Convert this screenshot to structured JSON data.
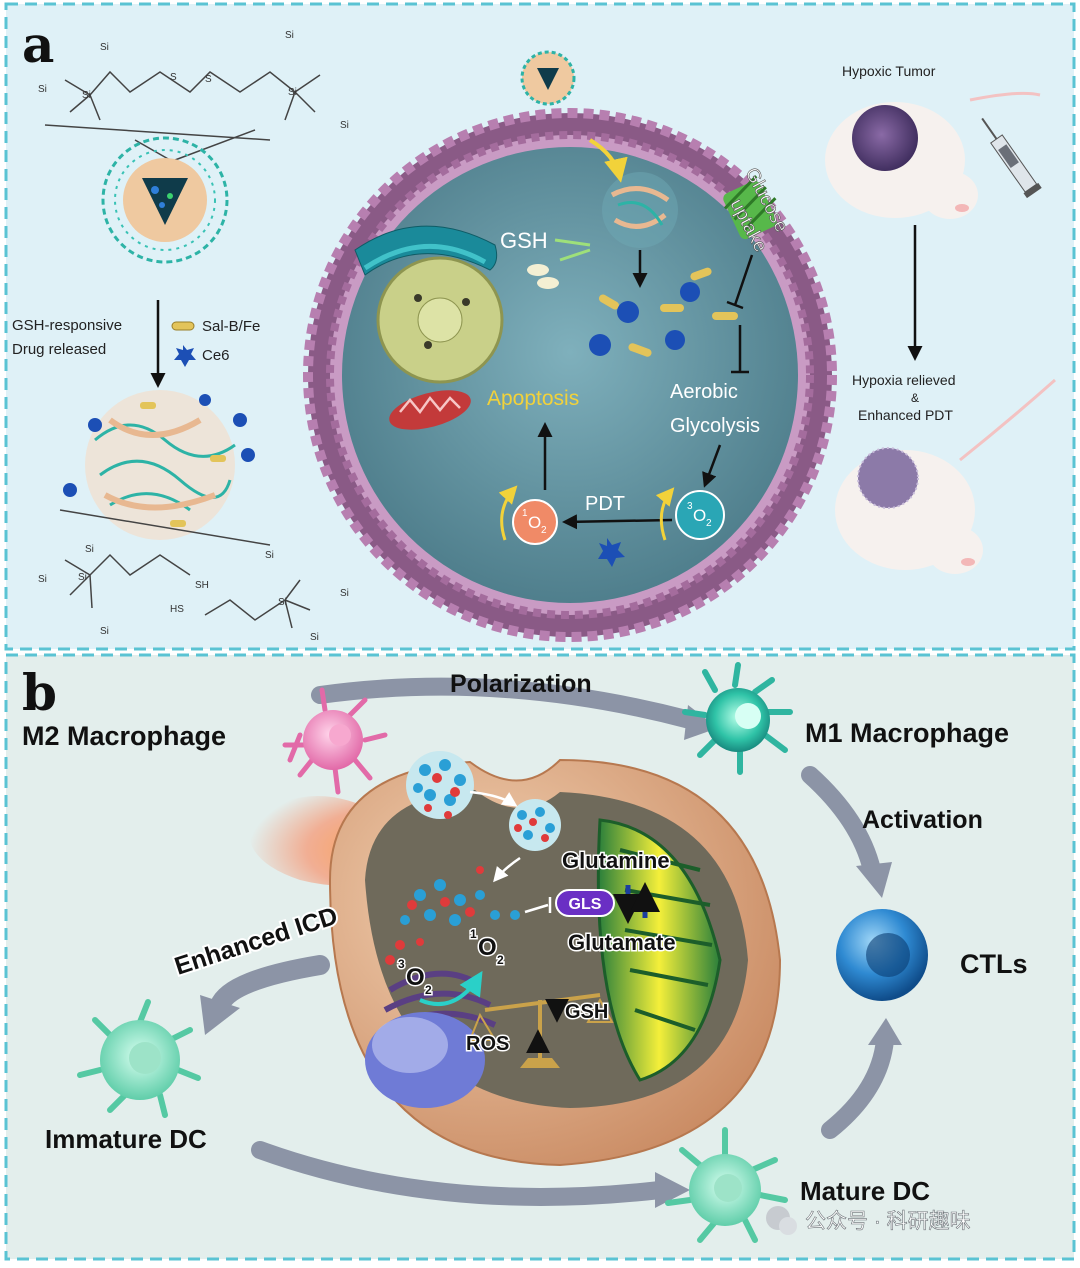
{
  "panel_a": {
    "letter": "a",
    "labels": {
      "gsh_responsive": "GSH-responsive",
      "drug_released": "Drug released",
      "salb_fe": "Sal-B/Fe",
      "ce6": "Ce6",
      "gsh": "GSH",
      "glucose": "Glucose",
      "uptake": "uptake",
      "apoptosis": "Apoptosis",
      "aerobic": "Aerobic",
      "glycolysis": "Glycolysis",
      "pdt": "PDT",
      "singlet_o2_sup": "1",
      "singlet_o2": "O",
      "singlet_o2_sub": "2",
      "triplet_o2_sup": "3",
      "triplet_o2": "O",
      "triplet_o2_sub": "2",
      "hypoxic_tumor": "Hypoxic Tumor",
      "hypoxia_relieved": "Hypoxia relieved",
      "amp": "&",
      "enhanced_pdt": "Enhanced PDT",
      "si": "Si",
      "o": "O",
      "s": "S",
      "sh": "SH",
      "hs": "HS"
    },
    "colors": {
      "background": "#dff1f7",
      "cell_membrane": "#8a5a86",
      "cytoplasm": "#5d8f9c",
      "highlight": "#f2d23a",
      "drug": "#e3c45a",
      "ce6": "#1c4fb5"
    }
  },
  "panel_b": {
    "letter": "b",
    "labels": {
      "polarization": "Polarization",
      "m2_macrophage": "M2 Macrophage",
      "m1_macrophage": "M1 Macrophage",
      "activation": "Activation",
      "glutamine": "Glutamine",
      "gls": "GLS",
      "glutamate": "Glutamate",
      "enhanced_icd": "Enhanced ICD",
      "singlet_o2_sup": "1",
      "singlet_o2": "O",
      "singlet_o2_sub": "2",
      "triplet_o2_sup": "3",
      "triplet_o2": "O",
      "triplet_o2_sub": "2",
      "gsh": "GSH",
      "ros": "ROS",
      "ctls": "CTLs",
      "immature_dc": "Immature DC",
      "mature_dc": "Mature DC"
    },
    "colors": {
      "background": "#e3eeec",
      "cell_shell": "#d9a27c",
      "arrow": "#8c94a6",
      "gls_badge": "#6a2fc4",
      "ctl": "#2f8ad2"
    }
  },
  "watermark": "公众号 · 科研趣味",
  "frame_color": "#5ac3d3"
}
